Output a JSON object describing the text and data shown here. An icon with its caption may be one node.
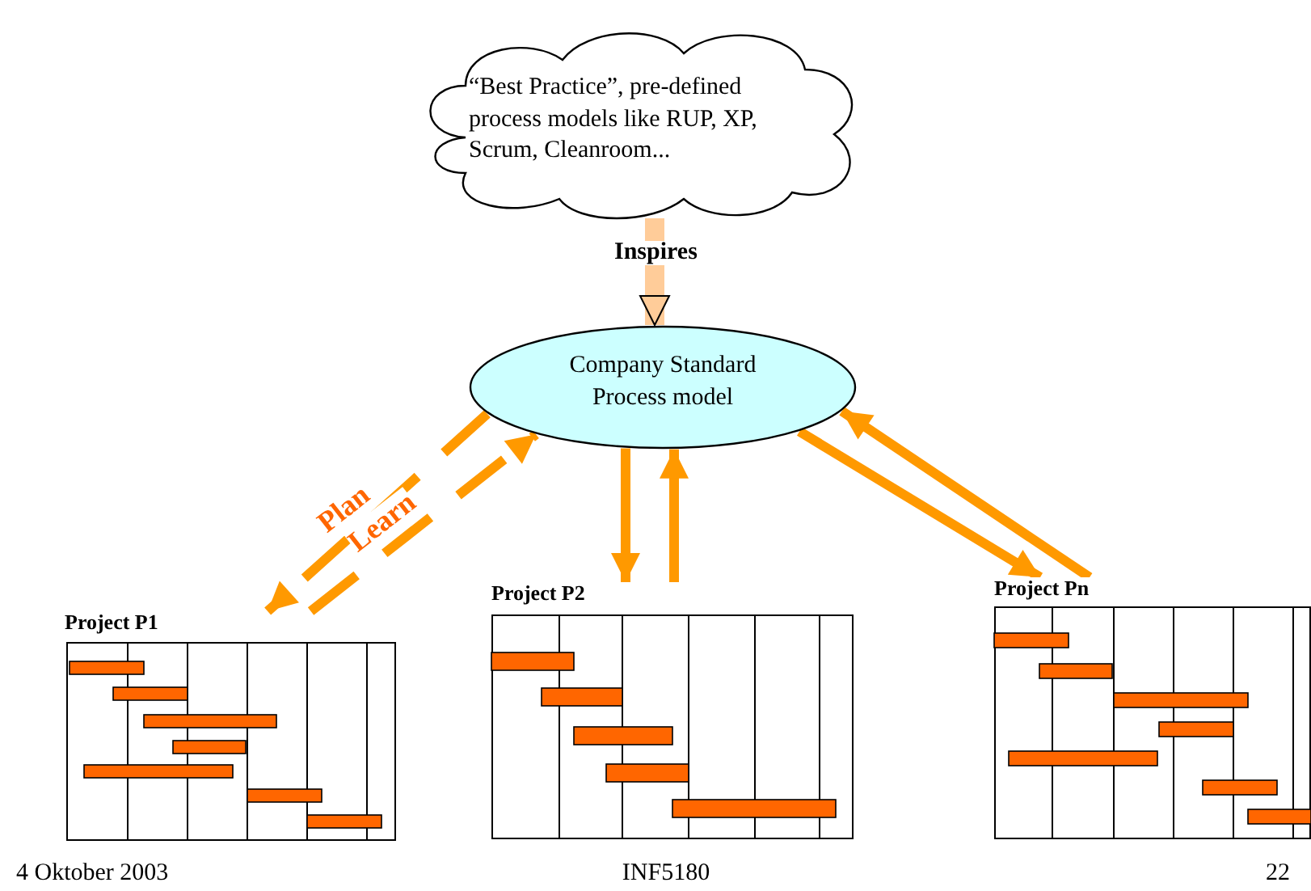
{
  "diagram": {
    "nodes": [
      {
        "text": [
          "“Best Practice”, pre-defined process models like RUP, XP, Scrum, Cleanroom..."
        ]
      },
      {
        "text": [
          "Company Standard Process model"
        ]
      },
      {
        "text": [
          "Project P1"
        ]
      },
      {
        "text": [
          "Project P2"
        ]
      },
      {
        "text": [
          "Project Pn"
        ]
      }
    ],
    "edges": [
      {
        "from": 0,
        "to": 1,
        "arrow": "to",
        "label": "Inspires",
        "style": "thick",
        "color": "#ffcc99"
      },
      {
        "from": 1,
        "to": 2,
        "arrow": "to",
        "label": "Plan",
        "style": "dashed"
      },
      {
        "from": 2,
        "to": 1,
        "arrow": "to",
        "label": "Learn",
        "style": "dashed"
      },
      {
        "from": 1,
        "to": 3,
        "arrow": "to"
      },
      {
        "from": 3,
        "to": 1,
        "arrow": "to"
      },
      {
        "from": 1,
        "to": 4,
        "arrow": "to"
      },
      {
        "from": 4,
        "to": 1,
        "arrow": "to"
      }
    ],
    "labels": [
      "4 Oktober 2003",
      "INF5180",
      "22"
    ]
  }
}
